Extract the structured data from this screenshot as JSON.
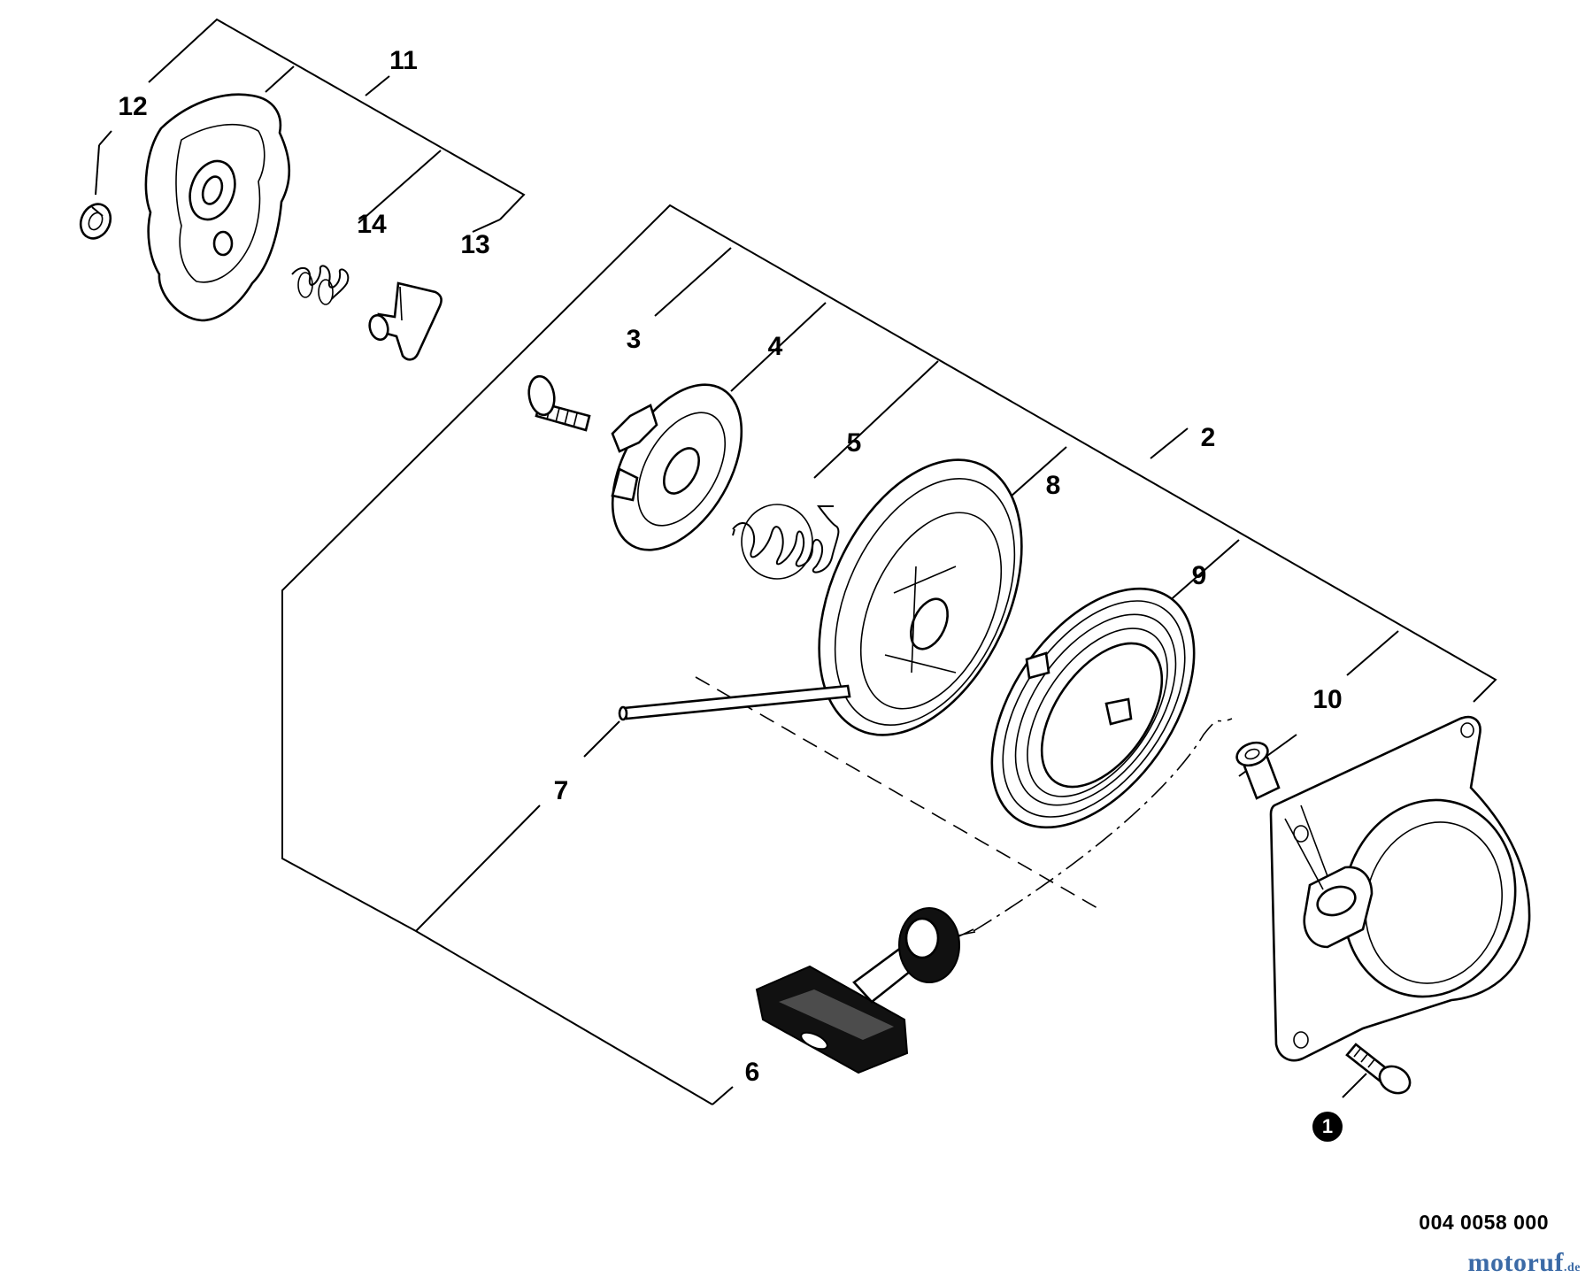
{
  "diagram": {
    "parts": [
      {
        "key": "p1",
        "label": "1",
        "kind": "bolt"
      },
      {
        "key": "p2",
        "label": "2",
        "kind": "recoil-starter-assembly"
      },
      {
        "key": "p3",
        "label": "3",
        "kind": "screw"
      },
      {
        "key": "p4",
        "label": "4",
        "kind": "cover-plate"
      },
      {
        "key": "p5",
        "label": "5",
        "kind": "spring"
      },
      {
        "key": "p6",
        "label": "6",
        "kind": "starter-handle"
      },
      {
        "key": "p7",
        "label": "7",
        "kind": "starter-rope"
      },
      {
        "key": "p8",
        "label": "8",
        "kind": "reel"
      },
      {
        "key": "p9",
        "label": "9",
        "kind": "recoil-spring"
      },
      {
        "key": "p10",
        "label": "10",
        "kind": "bushing"
      },
      {
        "key": "p11",
        "label": "11",
        "kind": "pawl-assembly"
      },
      {
        "key": "p12",
        "label": "12",
        "kind": "e-clip"
      },
      {
        "key": "p13",
        "label": "13",
        "kind": "pawl"
      },
      {
        "key": "p14",
        "label": "14",
        "kind": "pawl-spring"
      }
    ],
    "drawing_number": "004 0058 000",
    "watermark": {
      "name": "motoruf",
      "suffix": ".de",
      "color": "#3b6aa6"
    }
  }
}
